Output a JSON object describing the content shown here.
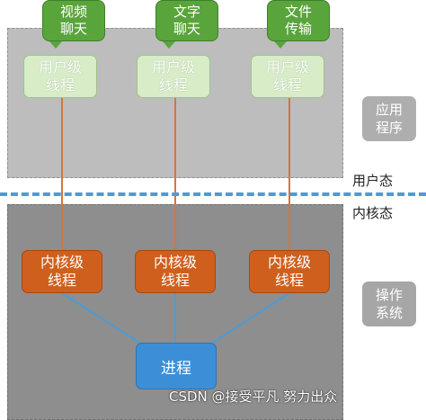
{
  "app_types": [
    {
      "line1": "视频",
      "line2": "聊天"
    },
    {
      "line1": "文字",
      "line2": "聊天"
    },
    {
      "line1": "文件",
      "line2": "传输"
    }
  ],
  "user_thread": {
    "line1": "用户级",
    "line2": "线程"
  },
  "kernel_thread": {
    "line1": "内核级",
    "line2": "线程"
  },
  "process_label": "进程",
  "side_labels": {
    "app": {
      "line1": "应用",
      "line2": "程序"
    },
    "os": {
      "line1": "操作",
      "line2": "系统"
    }
  },
  "mode_labels": {
    "user": "用户态",
    "kernel": "内核态"
  },
  "watermark": "CSDN @接受平凡 努力出众",
  "colors": {
    "bubble_green": "#5aa43c",
    "user_thread_fill": "#d8ecc8",
    "kernel_thread_orange": "#cf5f1d",
    "process_blue": "#3c8fd6",
    "link_orange": "#d2773c",
    "link_blue": "#4d9bd6"
  }
}
